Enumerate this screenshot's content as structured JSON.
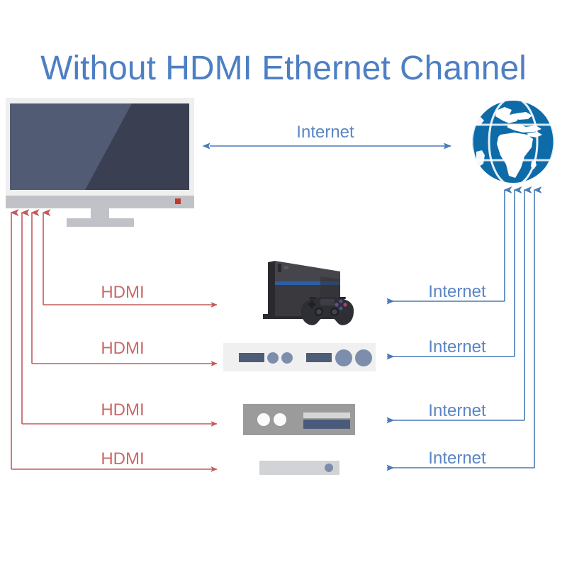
{
  "title": "Without HDMI Ethernet Channel",
  "colors": {
    "title_blue": "#4d7fc4",
    "internet_blue": "#5b86c5",
    "line_blue": "#4a7ab8",
    "hdmi_red": "#c96a6a",
    "line_red": "#c35a5a",
    "globe_blue": "#0d6ba8",
    "tv_bezel": "#efefef",
    "tv_base": "#c0c2c7",
    "screen_light": "#515b74",
    "screen_dark": "#3a4052",
    "led_red": "#c0392b",
    "console_body": "#3a3a3e",
    "console_dark": "#2a2a2e",
    "console_strip": "#2b5fa8",
    "receiver_bg": "#f0f0f0",
    "receiver_slot": "#4d5d78",
    "receiver_knob": "#7c8eac",
    "player_bg": "#9b9b9b",
    "player_knob": "#fbfbfb",
    "player_bar_light": "#d5d5d5",
    "player_bar_dark": "#4a5a7a",
    "thin_bar": "#d2d3d6",
    "thin_bar_dot": "#7b8dab"
  },
  "top_link": {
    "label": "Internet",
    "direction": "bidirectional"
  },
  "rows": [
    {
      "device": "game-console",
      "hdmi_label": "HDMI",
      "internet_label": "Internet"
    },
    {
      "device": "av-receiver",
      "hdmi_label": "HDMI",
      "internet_label": "Internet"
    },
    {
      "device": "disc-player",
      "hdmi_label": "HDMI",
      "internet_label": "Internet"
    },
    {
      "device": "set-top-box",
      "hdmi_label": "HDMI",
      "internet_label": "Internet"
    }
  ],
  "endpoints": {
    "tv": "television",
    "globe": "globe-internet"
  },
  "icons": {
    "tv": "television-icon",
    "globe": "globe-icon",
    "console": "game-console-icon",
    "controller": "game-controller-icon",
    "receiver": "av-receiver-icon",
    "player": "disc-player-icon",
    "box": "set-top-box-icon",
    "arrow_left": "arrow-left-icon",
    "arrow_right": "arrow-right-icon",
    "arrow_up": "arrow-up-icon"
  }
}
